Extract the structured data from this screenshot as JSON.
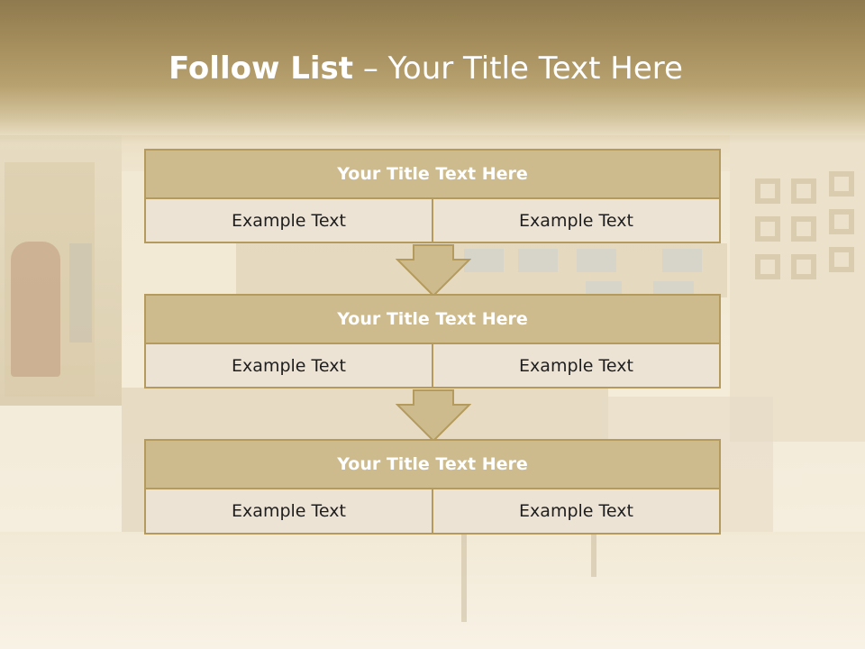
{
  "slide": {
    "title_bold": "Follow List",
    "title_separator": "–",
    "title_rest": "Your Title Text Here"
  },
  "blocks": [
    {
      "title": "Your Title Text Here",
      "left_text": "Example Text",
      "right_text": "Example Text"
    },
    {
      "title": "Your Title Text Here",
      "left_text": "Example Text",
      "right_text": "Example Text"
    },
    {
      "title": "Your Title Text Here",
      "left_text": "Example Text",
      "right_text": "Example Text"
    }
  ],
  "colors": {
    "header": "#a58d5c",
    "block_header_fill": "#cdbb8e",
    "block_border": "#b49a5c",
    "cell_fill": "#ece3d5",
    "arrow_fill": "#cdbb8e"
  },
  "icons": {
    "connector": "down-arrow-icon"
  }
}
